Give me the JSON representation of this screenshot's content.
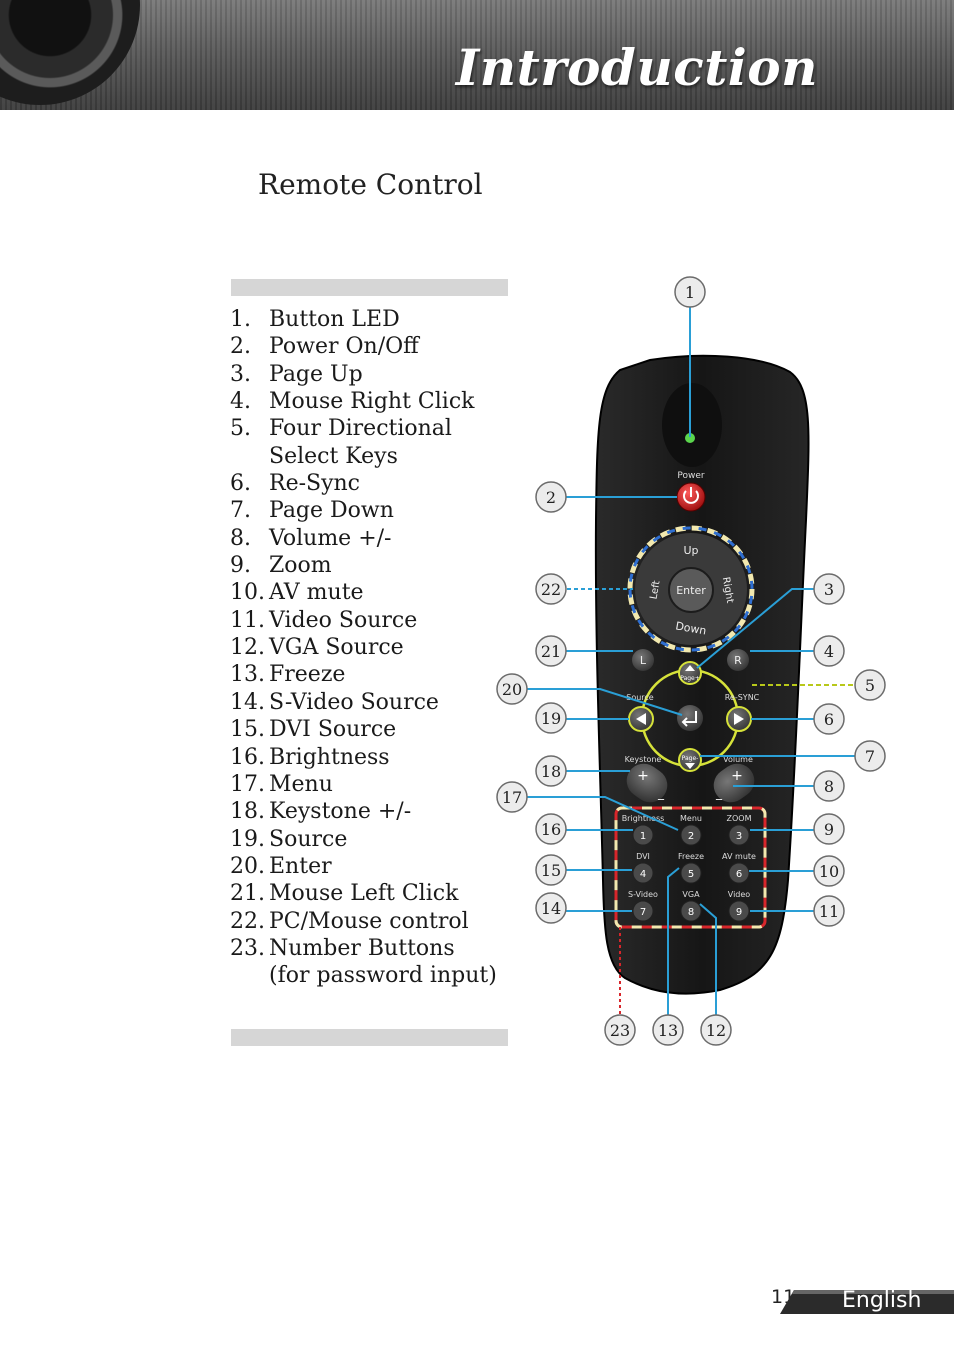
{
  "header": {
    "title": "Introduction"
  },
  "section": {
    "title": "Remote Control"
  },
  "items": [
    {
      "num": "1.",
      "text": "Button LED"
    },
    {
      "num": "2.",
      "text": "Power On/Off"
    },
    {
      "num": "3.",
      "text": "Page Up"
    },
    {
      "num": "4.",
      "text": "Mouse Right Click"
    },
    {
      "num": "5.",
      "text": "Four Directional"
    },
    {
      "num": "",
      "text": "Select Keys"
    },
    {
      "num": "6.",
      "text": "Re-Sync"
    },
    {
      "num": "7.",
      "text": "Page Down"
    },
    {
      "num": "8.",
      "text": "Volume +/-"
    },
    {
      "num": "9.",
      "text": "Zoom"
    },
    {
      "num": "10.",
      "text": "AV mute"
    },
    {
      "num": "11.",
      "text": "Video Source"
    },
    {
      "num": "12.",
      "text": "VGA Source"
    },
    {
      "num": "13.",
      "text": "Freeze"
    },
    {
      "num": "14.",
      "text": "S-Video Source"
    },
    {
      "num": "15.",
      "text": "DVI Source"
    },
    {
      "num": "16.",
      "text": "Brightness"
    },
    {
      "num": "17.",
      "text": "Menu"
    },
    {
      "num": "18.",
      "text": "Keystone +/-"
    },
    {
      "num": "19.",
      "text": "Source"
    },
    {
      "num": "20.",
      "text": "Enter"
    },
    {
      "num": "21.",
      "text": "Mouse Left Click"
    },
    {
      "num": "22.",
      "text": "PC/Mouse control"
    },
    {
      "num": "23.",
      "text": "Number Buttons"
    },
    {
      "num": "",
      "text": "(for password input)"
    }
  ],
  "remote": {
    "power_label": "Power",
    "dpad": {
      "up": "Up",
      "down": "Down",
      "left": "Left",
      "right": "Right",
      "enter": "Enter"
    },
    "mouse_left": "L",
    "mouse_right": "R",
    "page_up": "Page+",
    "page_down": "Page-",
    "source": "Source",
    "resync": "Re-SYNC",
    "keystone": "Keystone",
    "volume": "Volume",
    "keypad": [
      {
        "label": "Brightness",
        "num": "1"
      },
      {
        "label": "Menu",
        "num": "2"
      },
      {
        "label": "ZOOM",
        "num": "3"
      },
      {
        "label": "DVI",
        "num": "4"
      },
      {
        "label": "Freeze",
        "num": "5"
      },
      {
        "label": "AV mute",
        "num": "6"
      },
      {
        "label": "S-Video",
        "num": "7"
      },
      {
        "label": "VGA",
        "num": "8"
      },
      {
        "label": "Video",
        "num": "9"
      }
    ],
    "callouts": [
      "1",
      "2",
      "3",
      "4",
      "5",
      "6",
      "7",
      "8",
      "9",
      "10",
      "11",
      "12",
      "13",
      "14",
      "15",
      "16",
      "17",
      "18",
      "19",
      "20",
      "21",
      "22",
      "23"
    ]
  },
  "footer": {
    "page": "11",
    "language": "English"
  },
  "colors": {
    "callout_line": "#2a9fd6",
    "pc_mouse": "#f2e9b0",
    "number_box": "#d8262b",
    "dpad_ring": "#2f6fd1",
    "nav_ring": "#d6e23a"
  }
}
